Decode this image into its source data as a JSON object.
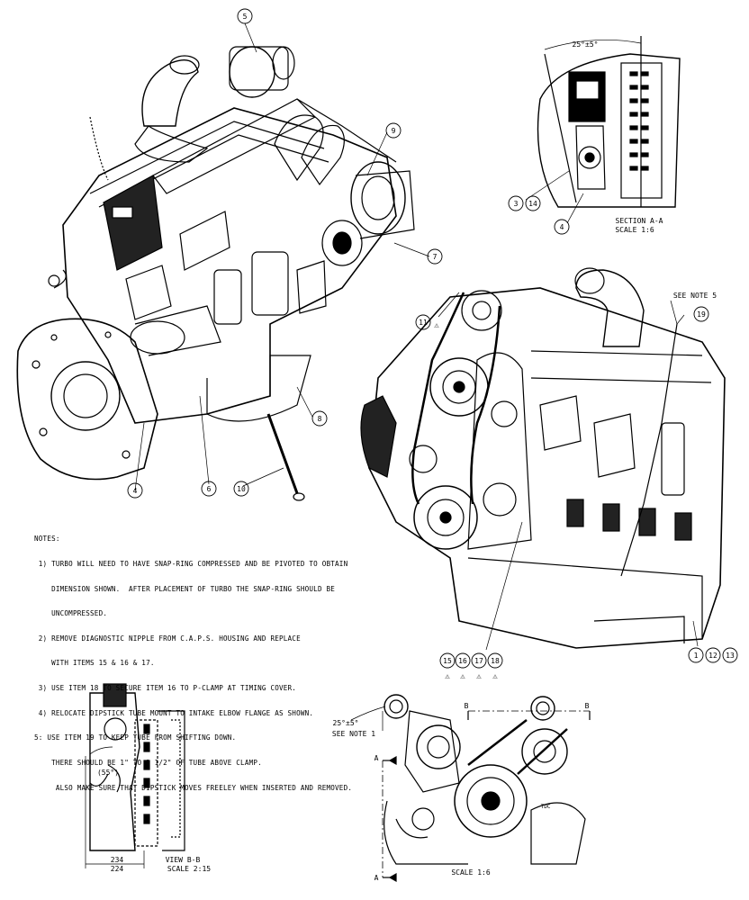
{
  "callouts": {
    "c1": "1",
    "c3": "3",
    "c4a": "4",
    "c4b": "4",
    "c5": "5",
    "c6": "6",
    "c7": "7",
    "c8": "8",
    "c9": "9",
    "c10": "10",
    "c11": "11",
    "c12": "12",
    "c13": "13",
    "c14": "14",
    "c15": "15",
    "c16": "16",
    "c17": "17",
    "c18": "18",
    "c19": "19"
  },
  "section_aa": {
    "angle": "25°±5°",
    "title": "SECTION  A-A",
    "scale": "SCALE  1:6"
  },
  "see_note5": "SEE NOTE  5",
  "notes": {
    "heading": "NOTES:",
    "lines": [
      " 1) TURBO WILL NEED TO HAVE SNAP-RING COMPRESSED AND BE PIVOTED TO OBTAIN",
      "    DIMENSION SHOWN.  AFTER PLACEMENT OF TURBO THE SNAP-RING SHOULD BE",
      "    UNCOMPRESSED.",
      " 2) REMOVE DIAGNOSTIC NIPPLE FROM C.A.P.S. HOUSING AND REPLACE",
      "    WITH ITEMS 15 & 16 & 17.",
      " 3) USE ITEM 18 TO SECURE ITEM 16 TO P-CLAMP AT TIMING COVER.",
      " 4) RELOCATE DIPSTICK TUBE MOUNT TO INTAKE ELBOW FLANGE AS SHOWN.",
      "5: USE ITEM 19 TO KEEP TUBE FROM SHIFTING DOWN.",
      "    THERE SHOULD BE 1\" TO 1 1/2\" OF TUBE ABOVE CLAMP.",
      "     ALSO MAKE SURE THAT DIPSTICK MOVES FREELEY WHEN INSERTED AND REMOVED."
    ]
  },
  "view_bb": {
    "angle": "(55°)",
    "dim1": "234",
    "dim2": "224",
    "title": "VIEW  B-B",
    "scale": "SCALE  2:15"
  },
  "front_view": {
    "angle": "25°±5°",
    "see_note": "SEE NOTE 1",
    "sectionA": "A",
    "sectionB": "B",
    "scale": "SCALE  1:6",
    "tdc": "TDC"
  },
  "warning_symbol": "⚠"
}
